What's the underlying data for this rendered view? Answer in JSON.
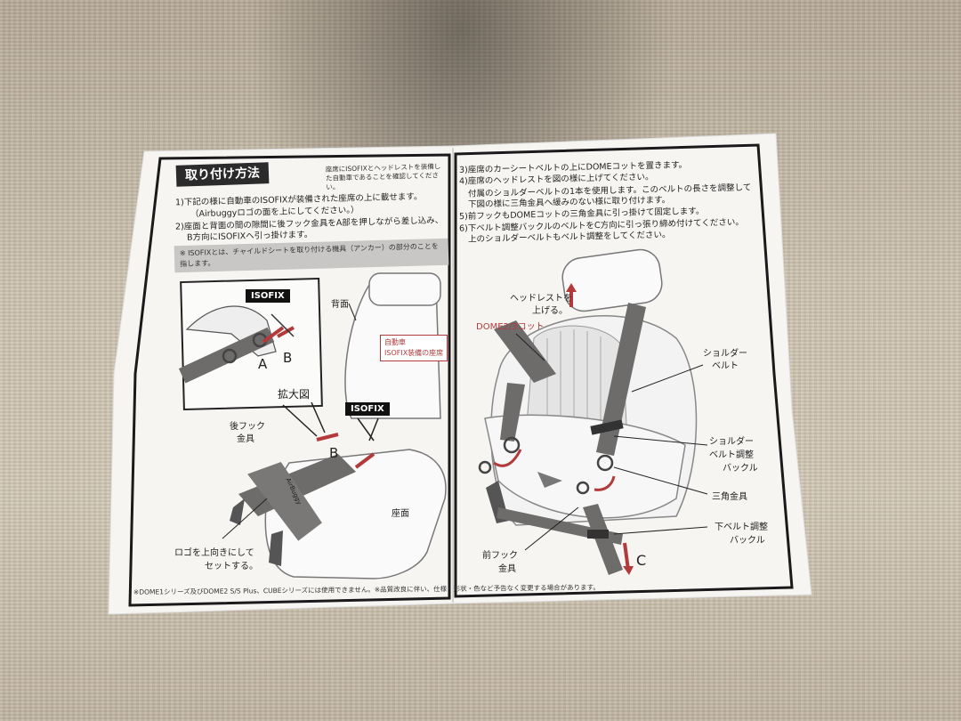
{
  "left_page": {
    "title": "取り付け方法",
    "top_notice": "座席にISOFIXとヘッドレストを装備した自動車であることを確認してください。",
    "steps": [
      "1)下記の様に自動車のISOFIXが装備された座席の上に載せます。",
      "（Airbuggyロゴの面を上にしてください。）",
      "2)座面と背面の間の隙間に後フック金具をA部を押しながら差し込み、",
      "B方向にISOFIXへ引っ掛けます。"
    ],
    "note_box": "※ ISOFIXとは、チャイルドシートを取り付ける機具（アンカー）の部分のことを指します。",
    "labels": {
      "isofix_tag_1": "ISOFIX",
      "isofix_tag_2": "ISOFIX",
      "a_label": "A",
      "b_label_1": "B",
      "b_label_2": "B",
      "backrest": "背面",
      "car_line1": "自動車",
      "car_line2": "ISOFIX装備の座席",
      "zoom": "拡大図",
      "rear_hook_1": "後フック",
      "rear_hook_2": "金具",
      "seat": "座面",
      "logo_up_1": "ロゴを上向きにして",
      "logo_up_2": "セットする。",
      "brand": "AirBuggy"
    },
    "footer": "※DOME1シリーズ及びDOME2 S/S Plus、CUBEシリーズには使用できません。※品質改良に伴い、仕様・形状・色など予告なく変更する場合があります。"
  },
  "right_page": {
    "steps": [
      "3)座席のカーシートベルトの上にDOMEコットを置きます。",
      "4)座席のヘッドレストを図の様に上げてください。",
      "付属のショルダーベルトの1本を使用します。このベルトの長さを調整して",
      "下図の様に三角金具へ緩みのない様に取り付けます。",
      "5)前フックもDOMEコットの三角金具に引っ掛けて固定します。",
      "6)下ベルト調整バックルのベルトをC方向に引っ張り締め付けてください。",
      "上のショルダーベルトもベルト調整をしてください。"
    ],
    "labels": {
      "headrest_1": "ヘッドレストを",
      "headrest_2": "上げる。",
      "dome": "DOME2/3コット",
      "shoulder_belt_1": "ショルダー",
      "shoulder_belt_2": "ベルト",
      "shoulder_adj_1": "ショルダー",
      "shoulder_adj_2": "ベルト調整",
      "shoulder_adj_3": "バックル",
      "triangle": "三角金具",
      "lower_adj_1": "下ベルト調整",
      "lower_adj_2": "バックル",
      "front_hook_1": "前フック",
      "front_hook_2": "金具",
      "c_label": "C"
    }
  },
  "colors": {
    "accent_red": "#b33a3a",
    "strap_gray": "#6e6b6b",
    "frame": "#1a1a1a"
  }
}
